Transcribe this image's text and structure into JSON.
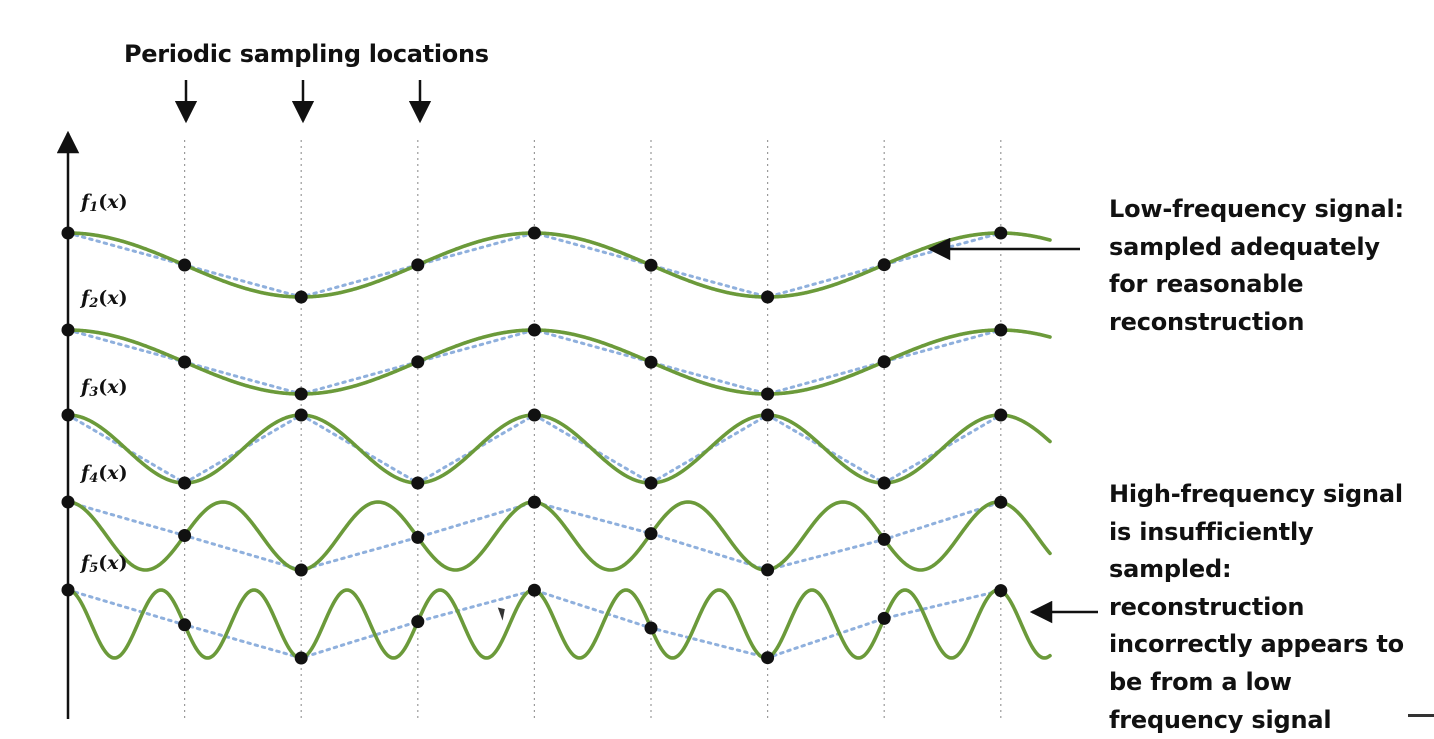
{
  "title": "Periodic sampling locations",
  "notes": {
    "low": [
      "Low-frequency signal:",
      "sampled adequately",
      "for reasonable",
      "reconstruction"
    ],
    "high": [
      "High-frequency signal",
      "is insufficiently",
      "sampled:",
      "reconstruction",
      "incorrectly appears to",
      "be from a low",
      "frequency signal"
    ]
  },
  "signals": [
    {
      "func": "f",
      "sub": "1",
      "arg": "x"
    },
    {
      "func": "f",
      "sub": "2",
      "arg": "x"
    },
    {
      "func": "f",
      "sub": "3",
      "arg": "x"
    },
    {
      "func": "f",
      "sub": "4",
      "arg": "x"
    },
    {
      "func": "f",
      "sub": "5",
      "arg": "x"
    }
  ],
  "colors": {
    "signal": "#6b9a3a",
    "reconstruction": "#8fb0dd",
    "sample": "#111111",
    "guide": "#9a9a9a",
    "arrow": "#111111"
  }
}
